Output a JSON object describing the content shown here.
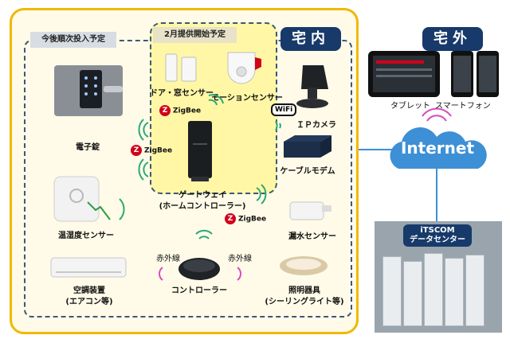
{
  "labels": {
    "indoor": "宅内",
    "outdoor": "宅外",
    "planned": "今後順次投入予定",
    "feb_start": "2月提供開始予定",
    "door_sensor": "ドア・窓センサー",
    "motion_sensor": "モーションセンサー",
    "ip_camera": "ＩＰカメラ",
    "cable_modem": "ケーブルモデム",
    "gateway_line1": "ゲートウェイ",
    "gateway_line2": "(ホームコントローラー)",
    "electronic_lock": "電子錠",
    "temp_humidity": "温湿度センサー",
    "water_leak": "漏水センサー",
    "aircon_line1": "空調装置",
    "aircon_line2": "(エアコン等)",
    "ir_left": "赤外線",
    "ir_right": "赤外線",
    "controller": "コントローラー",
    "lighting_line1": "照明器具",
    "lighting_line2": "(シーリングライト等)",
    "tablet": "タブレット",
    "smartphone": "スマートフォン",
    "internet": "Internet",
    "dc_line1": "iTSCOM",
    "dc_line2": "データセンター",
    "zigbee": "ZigBee",
    "wifi": "WiFi"
  },
  "colors": {
    "indoor_border": "#f0b800",
    "badge": "#173a6a",
    "cloud": "#3d8fd6",
    "link": "#3d8fd6",
    "zigbee": "#d0021b"
  }
}
